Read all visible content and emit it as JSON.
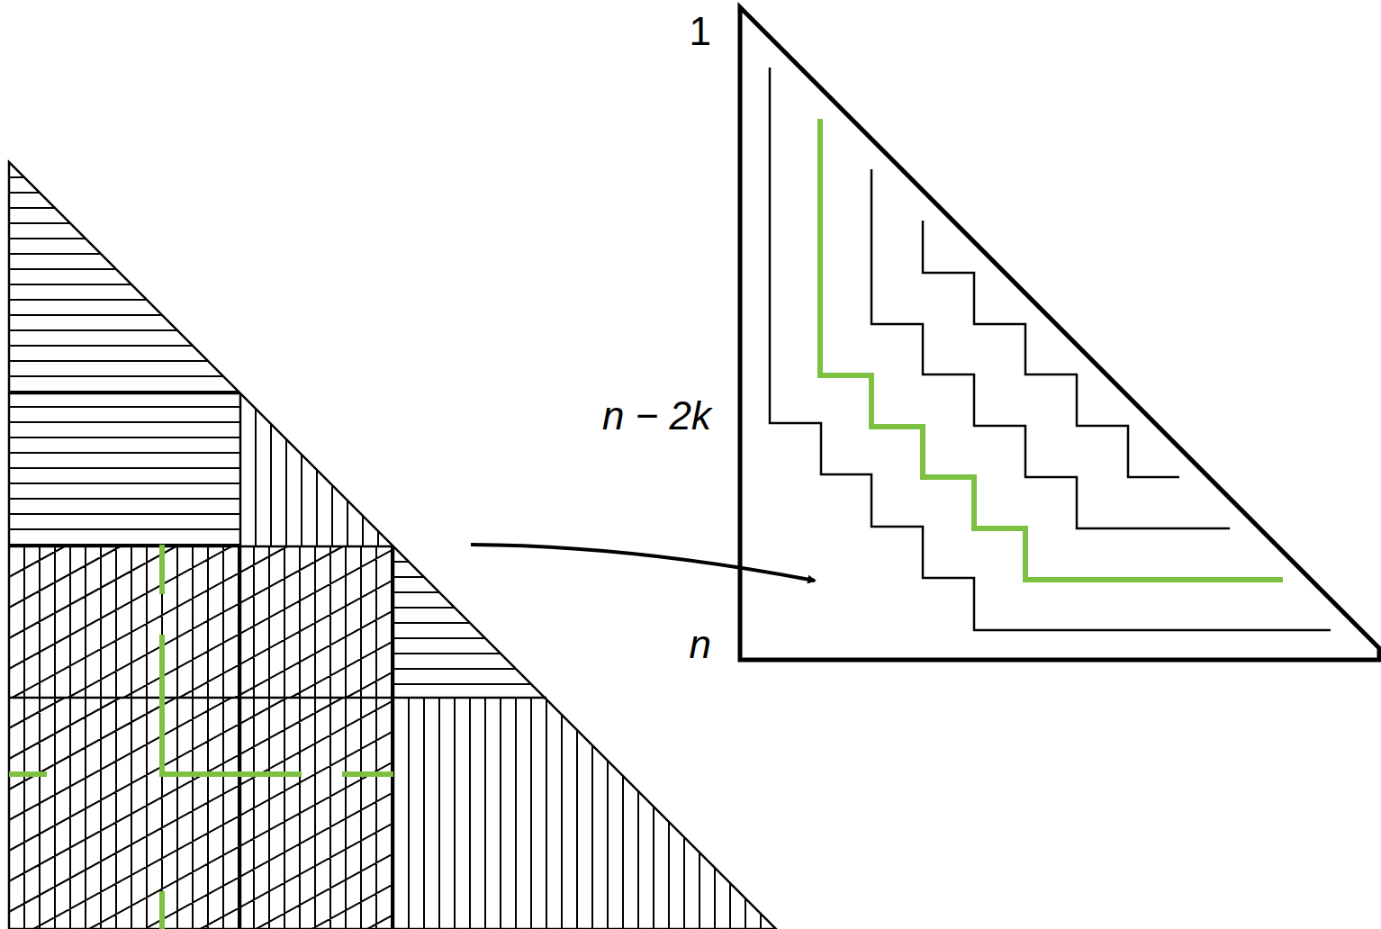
{
  "diagram": {
    "labels": [
      "1",
      "n − 2k",
      "n"
    ]
  }
}
